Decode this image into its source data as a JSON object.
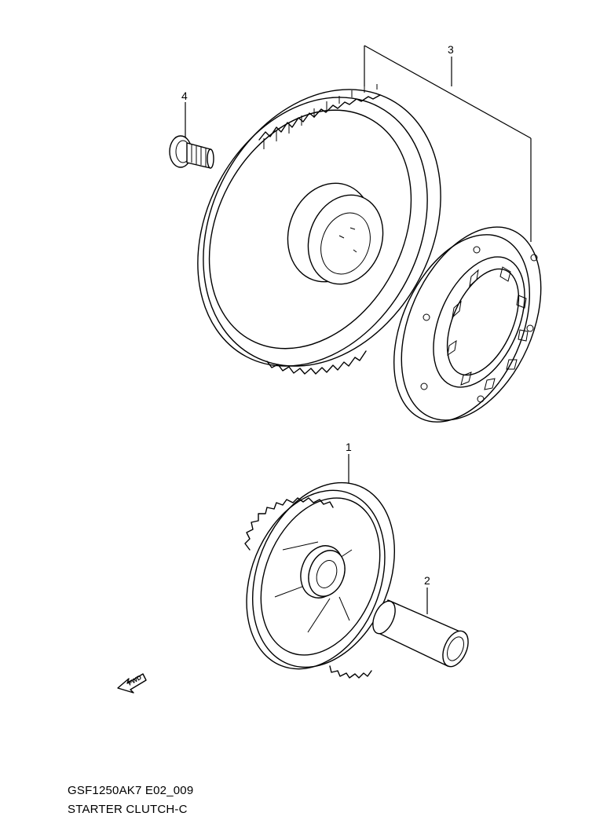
{
  "callouts": {
    "part_1": "1",
    "part_2": "2",
    "part_3": "3",
    "part_4": "4"
  },
  "direction_arrow": {
    "label": "FWD",
    "icon": "forward-arrow-icon"
  },
  "footer": {
    "model_code": "GSF1250AK7 E02_009",
    "section_title": "STARTER CLUTCH-C"
  }
}
